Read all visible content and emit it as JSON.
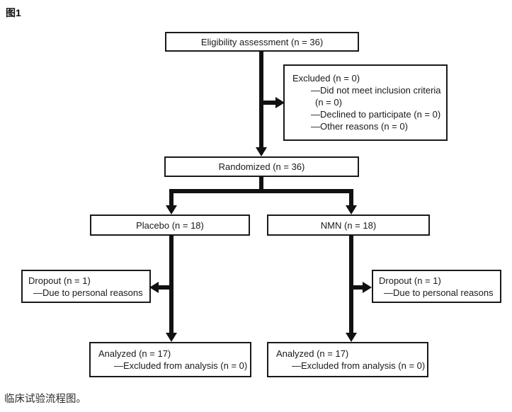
{
  "figure": {
    "title": "图1",
    "caption": "临床试验流程图。"
  },
  "flowchart": {
    "type": "consort-flow-diagram",
    "eligibility": {
      "label": "Eligibility assessment (n = 36)"
    },
    "excluded": {
      "lines": [
        "Excluded (n = 0)",
        "—Did not meet inclusion criteria",
        "(n = 0)",
        "—Declined to participate (n = 0)",
        "—Other reasons (n = 0)"
      ]
    },
    "randomized": {
      "label": "Randomized (n = 36)"
    },
    "placebo": {
      "label": "Placebo (n = 18)"
    },
    "nmn": {
      "label": "NMN (n = 18)"
    },
    "dropout_left": {
      "lines": [
        "Dropout (n = 1)",
        "—Due to personal reasons"
      ]
    },
    "dropout_right": {
      "lines": [
        "Dropout (n = 1)",
        "—Due to personal reasons"
      ]
    },
    "analyzed_left": {
      "lines": [
        "Analyzed (n = 17)",
        "—Excluded from analysis (n = 0)"
      ]
    },
    "analyzed_right": {
      "lines": [
        "Analyzed (n = 17)",
        "—Excluded from analysis (n = 0)"
      ]
    },
    "colors": {
      "background": "#ffffff",
      "box_border": "#1a1a1a",
      "arrow": "#111111",
      "text": "#1a1a1a"
    }
  }
}
